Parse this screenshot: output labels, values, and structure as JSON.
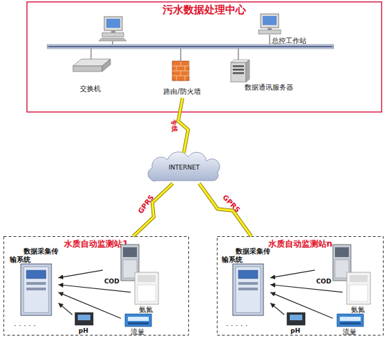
{
  "diagram": {
    "nodes": [
      {
        "text": [
          "污水数据处理中心"
        ]
      },
      {
        "text": [
          "总控工作站"
        ],
        "in": 0
      },
      {
        "text": [
          "交换机"
        ],
        "in": 0
      },
      {
        "text": [
          "路由/防火墙"
        ],
        "in": 0
      },
      {
        "text": [
          "数据通讯服务器"
        ],
        "in": 0
      },
      {
        "text": [
          "INTERNET"
        ]
      },
      {
        "text": [
          "水质自动监测站1"
        ]
      },
      {
        "text": [
          "数据采集传输系统"
        ],
        "in": 6
      },
      {
        "text": [
          "COD"
        ],
        "in": 6
      },
      {
        "text": [
          "氨氮"
        ],
        "in": 6
      },
      {
        "text": [
          "pH"
        ],
        "in": 6
      },
      {
        "text": [
          "流量"
        ],
        "in": 6
      },
      {
        "text": [
          "水质自动监测站n"
        ]
      },
      {
        "text": [
          "数据采集传输系统"
        ],
        "in": 12
      },
      {
        "text": [
          "COD"
        ],
        "in": 12
      },
      {
        "text": [
          "氨氮"
        ],
        "in": 12
      },
      {
        "text": [
          "pH"
        ],
        "in": 12
      },
      {
        "text": [
          "流量"
        ],
        "in": 12
      }
    ],
    "edges": [
      {
        "from": 3,
        "to": 5,
        "arrow": "none",
        "label": "专线"
      },
      {
        "from": 5,
        "to": 6,
        "arrow": "none",
        "label": "GPRS"
      },
      {
        "from": 5,
        "to": 12,
        "arrow": "none",
        "label": "GPRS"
      },
      {
        "from": 8,
        "to": 7,
        "arrow": "to"
      },
      {
        "from": 9,
        "to": 7,
        "arrow": "to"
      },
      {
        "from": 10,
        "to": 7,
        "arrow": "to"
      },
      {
        "from": 11,
        "to": 7,
        "arrow": "to"
      },
      {
        "from": 14,
        "to": 13,
        "arrow": "to"
      },
      {
        "from": 15,
        "to": 13,
        "arrow": "to"
      },
      {
        "from": 16,
        "to": 13,
        "arrow": "to"
      },
      {
        "from": 17,
        "to": 13,
        "arrow": "to"
      }
    ],
    "labels": [
      "· · · · ·",
      "· · · · ·"
    ]
  }
}
